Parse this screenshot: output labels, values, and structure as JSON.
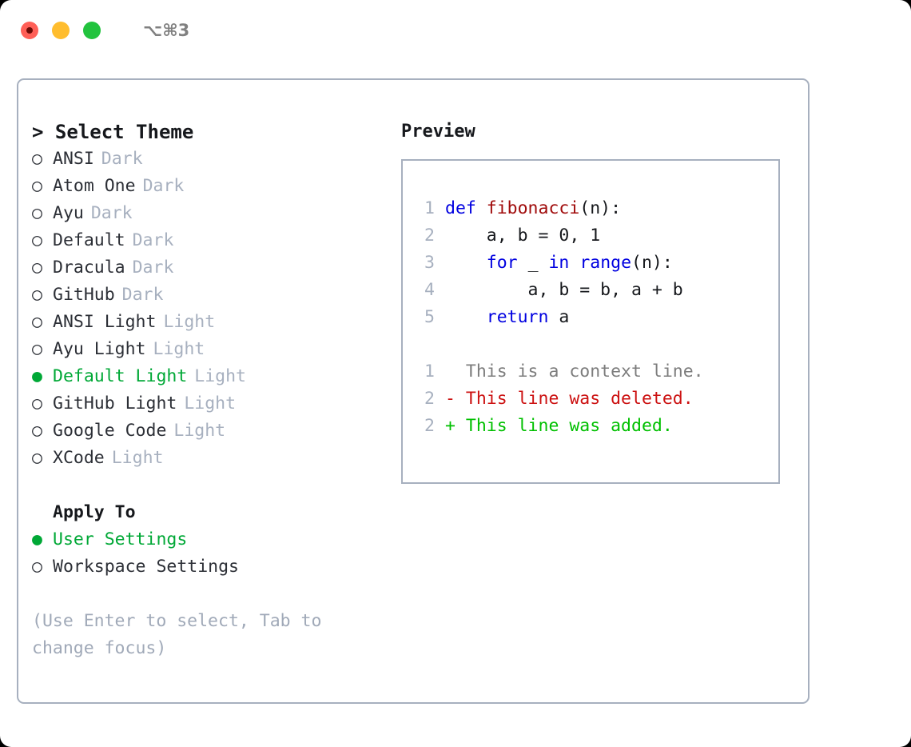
{
  "titlebar": {
    "dots": [
      {
        "name": "close-dot",
        "color": "#ff5f57"
      },
      {
        "name": "minimize-dot",
        "color": "#ffbd2e"
      },
      {
        "name": "maximize-dot",
        "color": "#22c33e"
      }
    ],
    "shortcut": "⌥⌘3"
  },
  "theme_picker": {
    "heading": "> Select Theme",
    "bullet_unselected": "○",
    "bullet_selected": "●",
    "options": [
      {
        "name": "ANSI",
        "category": "Dark",
        "selected": false
      },
      {
        "name": "Atom One",
        "category": "Dark",
        "selected": false
      },
      {
        "name": "Ayu",
        "category": "Dark",
        "selected": false
      },
      {
        "name": "Default",
        "category": "Dark",
        "selected": false
      },
      {
        "name": "Dracula",
        "category": "Dark",
        "selected": false
      },
      {
        "name": "GitHub",
        "category": "Dark",
        "selected": false
      },
      {
        "name": "ANSI Light",
        "category": "Light",
        "selected": false
      },
      {
        "name": "Ayu Light",
        "category": "Light",
        "selected": false
      },
      {
        "name": "Default Light",
        "category": "Light",
        "selected": true
      },
      {
        "name": "GitHub Light",
        "category": "Light",
        "selected": false
      },
      {
        "name": "Google Code",
        "category": "Light",
        "selected": false
      },
      {
        "name": "XCode",
        "category": "Light",
        "selected": false
      }
    ]
  },
  "apply_to": {
    "heading": "Apply To",
    "options": [
      {
        "name": "User Settings",
        "selected": true
      },
      {
        "name": "Workspace Settings",
        "selected": false
      }
    ]
  },
  "hint": "(Use Enter to select, Tab to change focus)",
  "preview": {
    "title": "Preview",
    "code_lines": [
      {
        "no": "1",
        "tokens": [
          {
            "t": "def ",
            "c": "kw"
          },
          {
            "t": "fibonacci",
            "c": "fn"
          },
          {
            "t": "(n):",
            "c": "plain"
          }
        ]
      },
      {
        "no": "2",
        "tokens": [
          {
            "t": "    a, b = 0, 1",
            "c": "plain"
          }
        ]
      },
      {
        "no": "3",
        "tokens": [
          {
            "t": "    ",
            "c": "plain"
          },
          {
            "t": "for",
            "c": "kw"
          },
          {
            "t": " _ ",
            "c": "plain"
          },
          {
            "t": "in",
            "c": "kw"
          },
          {
            "t": " ",
            "c": "plain"
          },
          {
            "t": "range",
            "c": "kw"
          },
          {
            "t": "(n):",
            "c": "plain"
          }
        ]
      },
      {
        "no": "4",
        "tokens": [
          {
            "t": "        a, b = b, a + b",
            "c": "plain"
          }
        ]
      },
      {
        "no": "5",
        "tokens": [
          {
            "t": "    ",
            "c": "plain"
          },
          {
            "t": "return",
            "c": "kw"
          },
          {
            "t": " a",
            "c": "plain"
          }
        ]
      }
    ],
    "diff_lines": [
      {
        "no": "1",
        "marker": "  ",
        "text": "This is a context line.",
        "kind": "ctx"
      },
      {
        "no": "2",
        "marker": "- ",
        "text": "This line was deleted.",
        "kind": "del"
      },
      {
        "no": "2",
        "marker": "+ ",
        "text": "This line was added.",
        "kind": "add"
      }
    ]
  },
  "colors": {
    "accent_green": "#00a836",
    "muted": "#a7b0bf",
    "keyword_blue": "#0000e0",
    "function_red": "#a00b0b",
    "diff_red": "#cc1111",
    "diff_green": "#00c000",
    "border": "#a7b0bf"
  }
}
